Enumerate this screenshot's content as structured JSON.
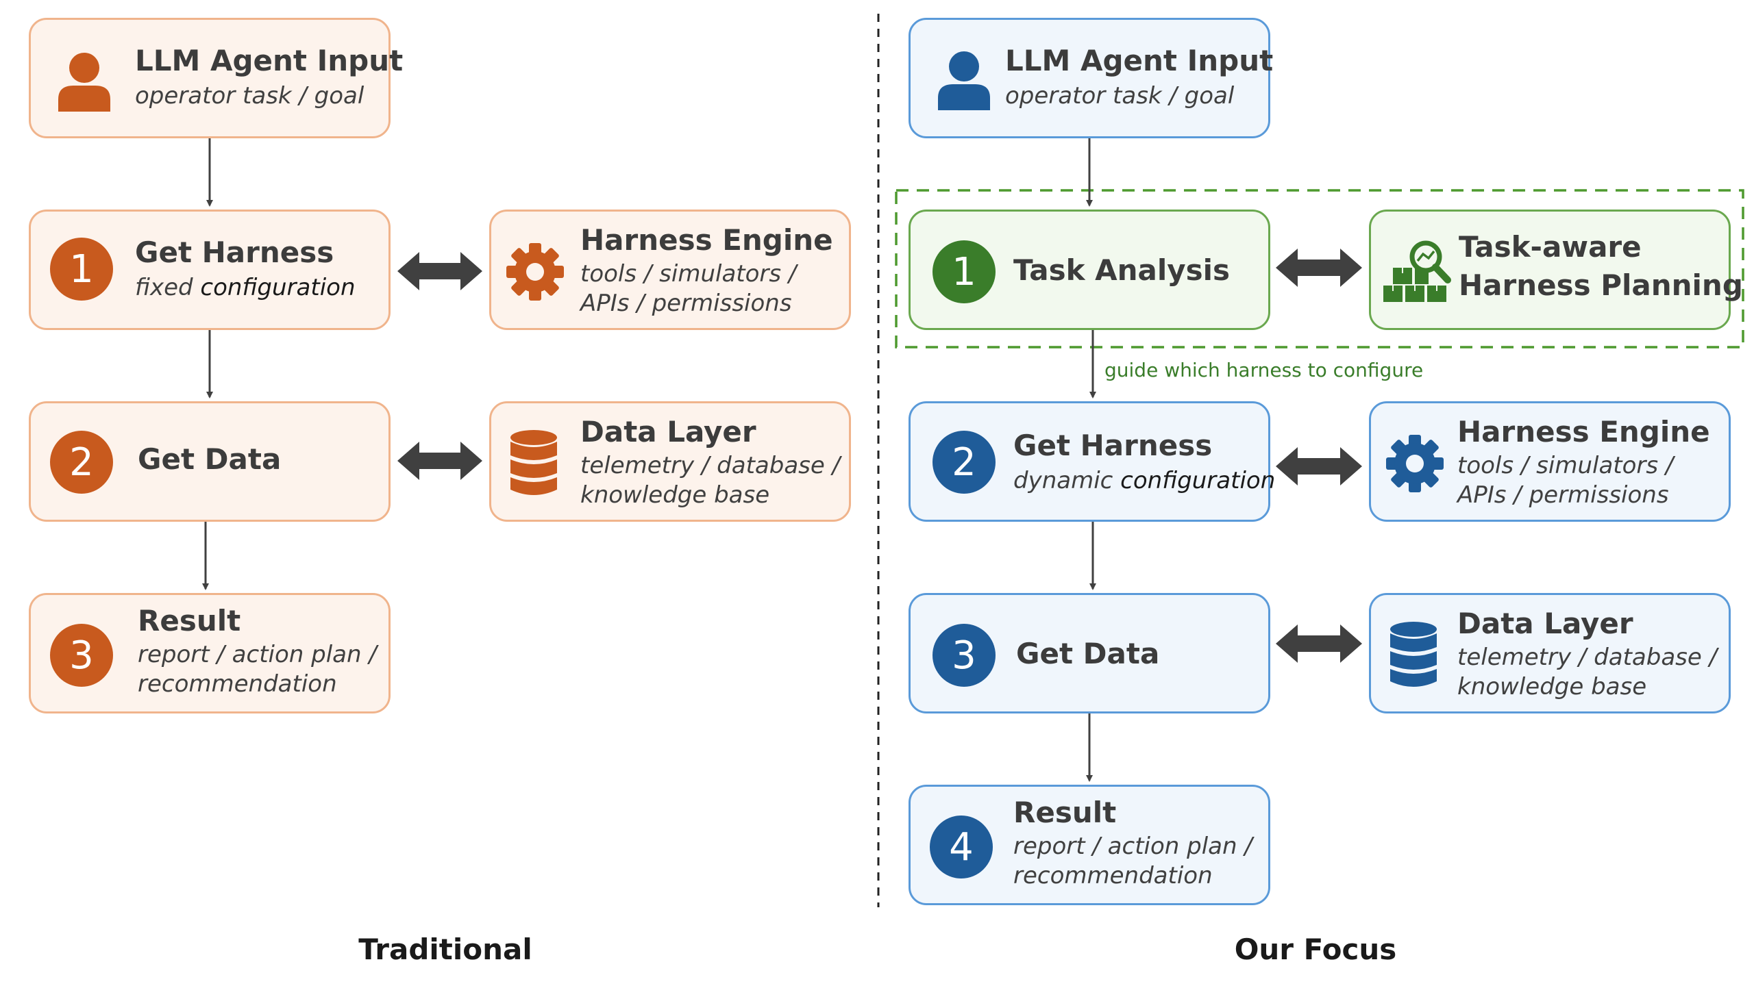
{
  "traditional": {
    "caption": "Traditional",
    "input": {
      "title": "LLM Agent Input",
      "subtitle": "operator task / goal"
    },
    "step1": {
      "number": "1",
      "title": "Get Harness",
      "subtitle_prefix": "fixed ",
      "subtitle_word": "configuration"
    },
    "step2": {
      "number": "2",
      "title": "Get Data"
    },
    "step3": {
      "number": "3",
      "title": "Result",
      "subtitle_line1": "report / action plan /",
      "subtitle_line2": "recommendation"
    },
    "engine": {
      "title": "Harness Engine",
      "subtitle_line1": "tools / simulators /",
      "subtitle_line2": "APIs / permissions"
    },
    "data_layer": {
      "title": "Data Layer",
      "subtitle_line1": "telemetry / database /",
      "subtitle_line2": "knowledge base"
    }
  },
  "focus": {
    "caption": "Our Focus",
    "input": {
      "title": "LLM Agent Input",
      "subtitle": "operator task / goal"
    },
    "step1": {
      "number": "1",
      "title": "Task Analysis"
    },
    "planning": {
      "title_line1": "Task-aware",
      "title_line2": "Harness Planning"
    },
    "guide_text": "guide which harness to configure",
    "step2": {
      "number": "2",
      "title": "Get Harness",
      "subtitle_prefix": "dynamic ",
      "subtitle_word": "configuration"
    },
    "step3": {
      "number": "3",
      "title": "Get Data"
    },
    "step4": {
      "number": "4",
      "title": "Result",
      "subtitle_line1": "report / action plan /",
      "subtitle_line2": "recommendation"
    },
    "engine": {
      "title": "Harness Engine",
      "subtitle_line1": "tools / simulators /",
      "subtitle_line2": "APIs / permissions"
    },
    "data_layer": {
      "title": "Data Layer",
      "subtitle_line1": "telemetry / database /",
      "subtitle_line2": "knowledge base"
    }
  },
  "colors": {
    "traditional_accent": "#c85a1e",
    "focus_accent": "#1f5c99",
    "planning_accent": "#3a7d2a",
    "connector": "#404040"
  },
  "icons": {
    "input": "person-icon",
    "engine": "gear-icon",
    "data_layer": "database-icon",
    "planning": "boxes-magnifier-icon"
  }
}
